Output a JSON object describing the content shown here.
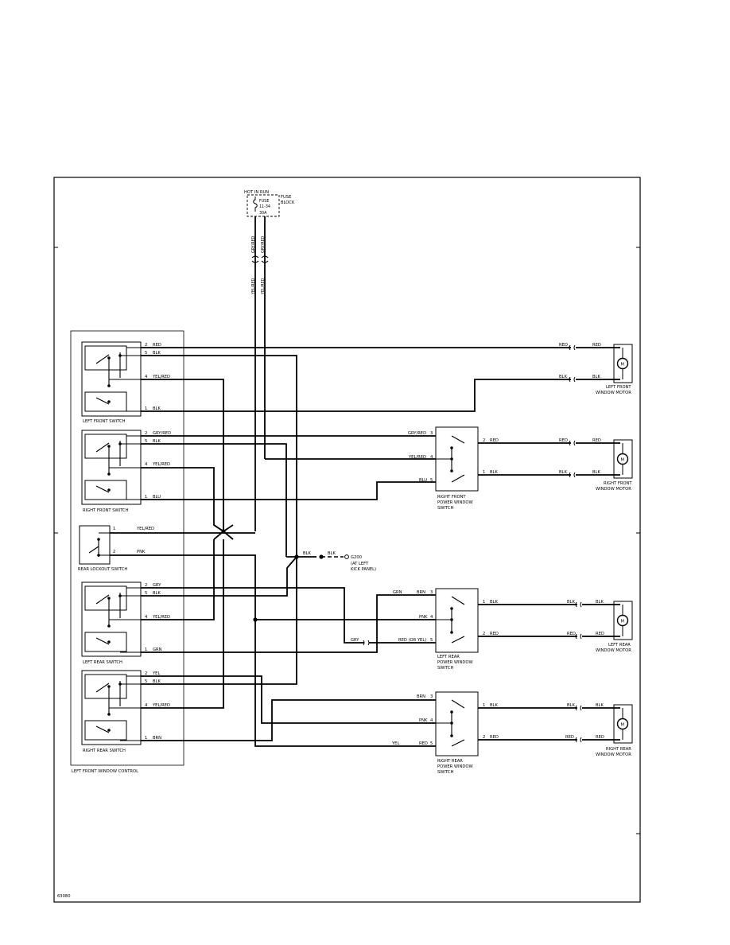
{
  "power": {
    "hot_label": "HOT IN RUN",
    "fuse_block": [
      "FUSE",
      "BLOCK"
    ],
    "fuse": [
      "FUSE",
      "11-34",
      "30A"
    ]
  },
  "vertical_wires": {
    "left_upper": "GRY/RED",
    "right_upper": "GRY/RED",
    "left_lower": "YEL/RED",
    "right_lower": "YEL/RED"
  },
  "control": {
    "title": "LEFT FRONT WINDOW CONTROL",
    "switches": [
      {
        "name": "LEFT FRONT SWITCH",
        "pins": [
          {
            "n": "2",
            "c": "RED"
          },
          {
            "n": "5",
            "c": "BLK"
          },
          {
            "n": "4",
            "c": "YEL/RED"
          },
          {
            "n": "1",
            "c": "BLK"
          }
        ]
      },
      {
        "name": "RIGHT FRONT SWITCH",
        "pins": [
          {
            "n": "2",
            "c": "GRY/RED"
          },
          {
            "n": "5",
            "c": "BLK"
          },
          {
            "n": "4",
            "c": "YEL/RED"
          },
          {
            "n": "1",
            "c": "BLU"
          }
        ]
      },
      {
        "name": "LEFT REAR SWITCH",
        "pins": [
          {
            "n": "2",
            "c": "GRY"
          },
          {
            "n": "5",
            "c": "BLK"
          },
          {
            "n": "4",
            "c": "YEL/RED"
          },
          {
            "n": "1",
            "c": "GRN"
          }
        ]
      },
      {
        "name": "RIGHT REAR SWITCH",
        "pins": [
          {
            "n": "2",
            "c": "YEL"
          },
          {
            "n": "5",
            "c": "BLK"
          },
          {
            "n": "4",
            "c": "YEL/RED"
          },
          {
            "n": "1",
            "c": "BRN"
          }
        ]
      }
    ],
    "lockout": {
      "name": "REAR LOCKOUT SWITCH",
      "pins": [
        {
          "n": "1",
          "c": "YEL/RED"
        },
        {
          "n": "2",
          "c": "PNK"
        }
      ]
    }
  },
  "ground": {
    "wire1": "BLK",
    "wire2": "BLK",
    "id": "G200",
    "loc": [
      "(AT LEFT",
      "KICK PANEL)"
    ]
  },
  "gry_label": "GRY",
  "rf_pws": {
    "name": [
      "RIGHT FRONT",
      "POWER WINDOW",
      "SWITCH"
    ],
    "inputs": [
      {
        "c": "GRY/RED",
        "n": "3"
      },
      {
        "c": "YEL/RED",
        "n": "4"
      },
      {
        "c": "BLU",
        "n": "5"
      }
    ],
    "outputs": [
      {
        "n": "2",
        "c": "RED"
      },
      {
        "n": "1",
        "c": "BLK"
      }
    ]
  },
  "lr_pws": {
    "name": [
      "LEFT REAR",
      "POWER WINDOW",
      "SWITCH"
    ],
    "inputs": [
      {
        "c": "BRN",
        "n": "3"
      },
      {
        "c": "PNK",
        "n": "4"
      },
      {
        "c": "RED (OR YEL)",
        "n": "5"
      }
    ],
    "pre_labels": [
      "GRN"
    ],
    "outputs": [
      {
        "n": "1",
        "c": "BLK"
      },
      {
        "n": "2",
        "c": "RED"
      }
    ]
  },
  "rr_pws": {
    "name": [
      "RIGHT REAR",
      "POWER WINDOW",
      "SWITCH"
    ],
    "inputs": [
      {
        "c": "BRN",
        "n": "3"
      },
      {
        "c": "PNK",
        "n": "4"
      },
      {
        "c": "RED",
        "n": "5"
      }
    ],
    "pre_labels": [
      "YEL"
    ],
    "outputs": [
      {
        "n": "1",
        "c": "BLK"
      },
      {
        "n": "2",
        "c": "RED"
      }
    ]
  },
  "motors": [
    {
      "name": [
        "LEFT FRONT",
        "WINDOW MOTOR"
      ],
      "top": "RED",
      "bottom": "BLK",
      "top2": "RED",
      "bottom2": "BLK",
      "symbol": "M"
    },
    {
      "name": [
        "RIGHT FRONT",
        "WINDOW MOTOR"
      ],
      "top": "RED",
      "bottom": "BLK",
      "top2": "RED",
      "bottom2": "BLK",
      "symbol": "M"
    },
    {
      "name": [
        "LEFT REAR",
        "WINDOW MOTOR"
      ],
      "top": "BLK",
      "bottom": "RED",
      "top2": "BLK",
      "bottom2": "RED",
      "symbol": "M"
    },
    {
      "name": [
        "RIGHT REAR",
        "WINDOW MOTOR"
      ],
      "top": "BLK",
      "bottom": "RED",
      "top2": "BLK",
      "bottom2": "RED",
      "symbol": "M"
    }
  ],
  "figure_id": "63080"
}
